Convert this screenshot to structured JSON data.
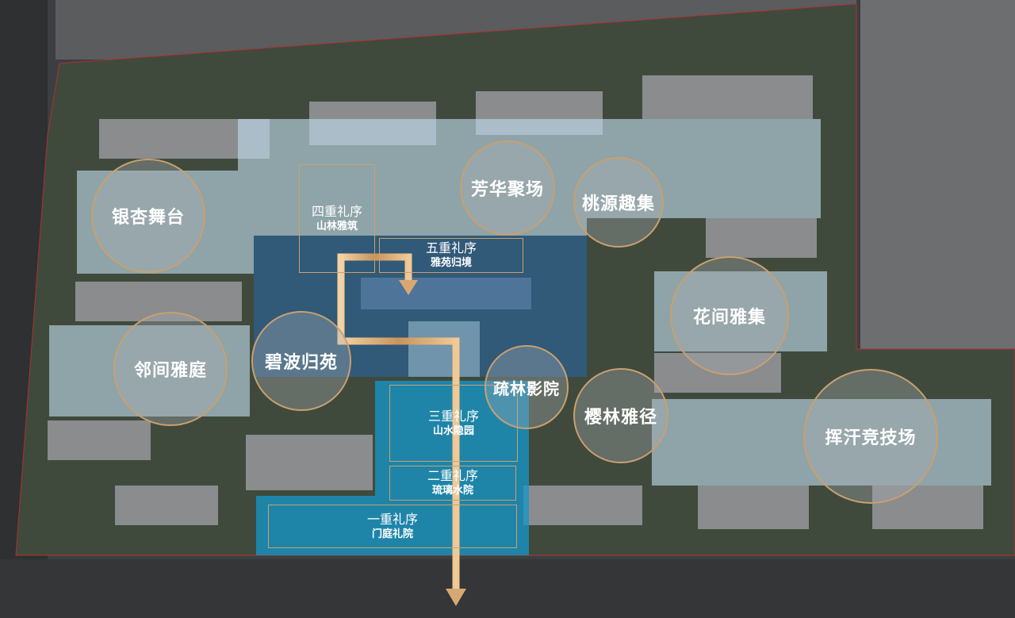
{
  "zones": [
    {
      "id": "yinxing",
      "label": "银杏舞台"
    },
    {
      "id": "fanghua",
      "label": "芳华聚场"
    },
    {
      "id": "taoyuan",
      "label": "桃源趣集"
    },
    {
      "id": "huajian",
      "label": "花间雅集"
    },
    {
      "id": "linjian",
      "label": "邻间雅庭"
    },
    {
      "id": "bibo",
      "label": "碧波归苑"
    },
    {
      "id": "shulin",
      "label": "疏林影院"
    },
    {
      "id": "yinglin",
      "label": "樱林雅径"
    },
    {
      "id": "huihan",
      "label": "挥汗竞技场"
    }
  ],
  "sequences": [
    {
      "title": "一重礼序",
      "subtitle": "门庭礼院"
    },
    {
      "title": "二重礼序",
      "subtitle": "琉璃水院"
    },
    {
      "title": "三重礼序",
      "subtitle": "山水隐园"
    },
    {
      "title": "四重礼序",
      "subtitle": "山林雅筑"
    },
    {
      "title": "五重礼序",
      "subtitle": "雅苑归境"
    }
  ],
  "colors": {
    "gold": "#c9a070",
    "zone_light": "#bcd8e6",
    "zone_dark": "#2f5f8a",
    "zone_bright": "#1f8fc0"
  }
}
